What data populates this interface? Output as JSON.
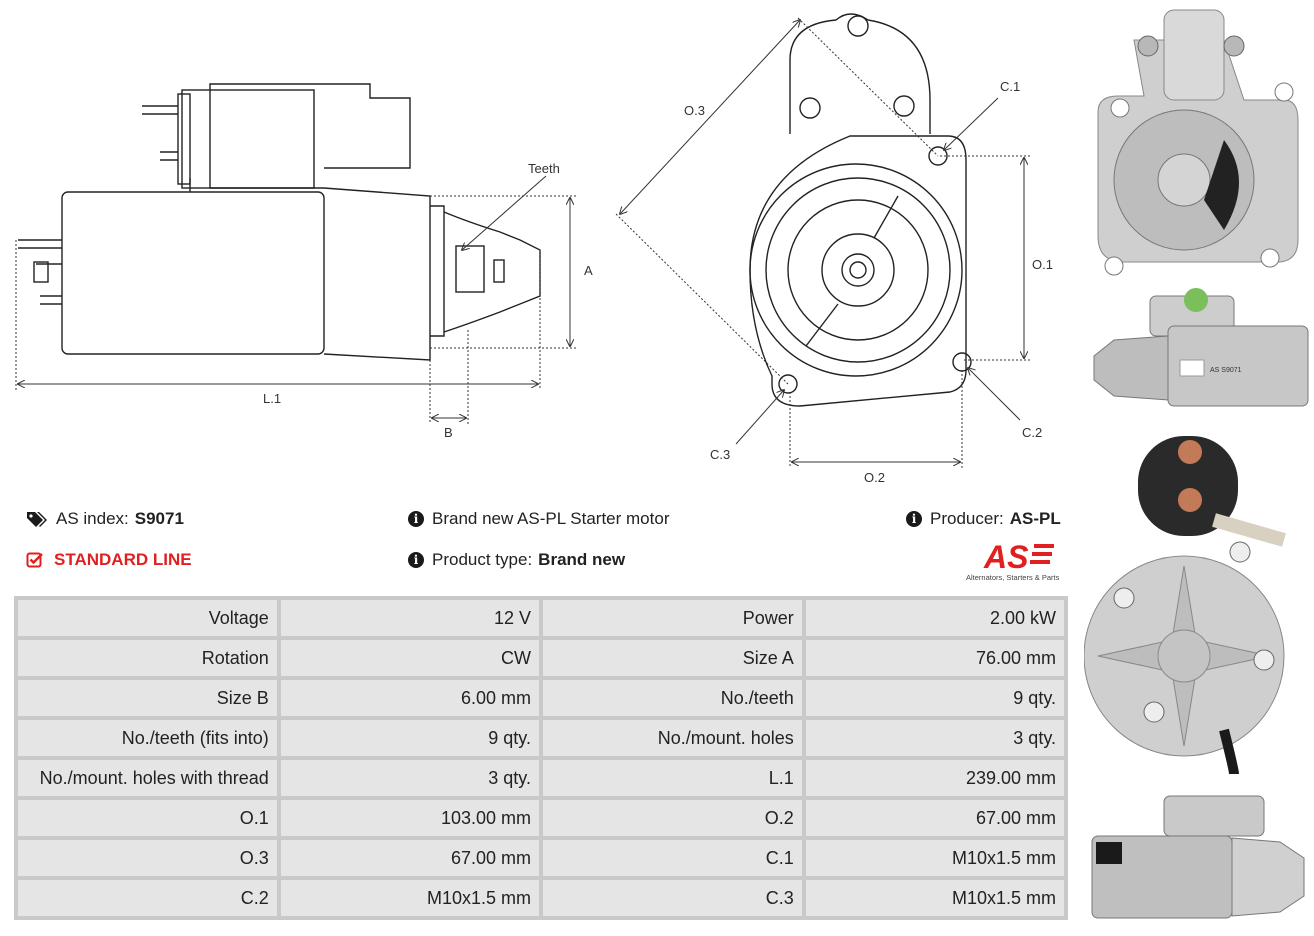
{
  "drawing_labels": {
    "teeth": "Teeth",
    "a": "A",
    "b": "B",
    "l1": "L.1",
    "o1": "O.1",
    "o2": "O.2",
    "o3": "O.3",
    "c1": "C.1",
    "c2": "C.2",
    "c3": "C.3"
  },
  "info": {
    "as_index_label": "AS index:",
    "as_index_value": "S9071",
    "line": "STANDARD LINE",
    "description": "Brand new AS-PL Starter motor",
    "product_type_label": "Product type:",
    "product_type_value": "Brand new",
    "producer_label": "Producer:",
    "producer_value": "AS-PL"
  },
  "logo": {
    "mark": "AS",
    "tagline": "Alternators, Starters & Parts",
    "color": "#e02020"
  },
  "photo_label": "AS S9071",
  "specs": [
    {
      "l1": "Voltage",
      "v1": "12 V",
      "l2": "Power",
      "v2": "2.00 kW"
    },
    {
      "l1": "Rotation",
      "v1": "CW",
      "l2": "Size A",
      "v2": "76.00 mm"
    },
    {
      "l1": "Size B",
      "v1": "6.00 mm",
      "l2": "No./teeth",
      "v2": "9 qty."
    },
    {
      "l1": "No./teeth (fits into)",
      "v1": "9 qty.",
      "l2": "No./mount. holes",
      "v2": "3 qty."
    },
    {
      "l1": "No./mount. holes with thread",
      "v1": "3 qty.",
      "l2": "L.1",
      "v2": "239.00 mm"
    },
    {
      "l1": "O.1",
      "v1": "103.00 mm",
      "l2": "O.2",
      "v2": "67.00 mm"
    },
    {
      "l1": "O.3",
      "v1": "67.00 mm",
      "l2": "C.1",
      "v2": "M10x1.5 mm"
    },
    {
      "l1": "C.2",
      "v1": "M10x1.5 mm",
      "l2": "C.3",
      "v2": "M10x1.5 mm"
    }
  ]
}
